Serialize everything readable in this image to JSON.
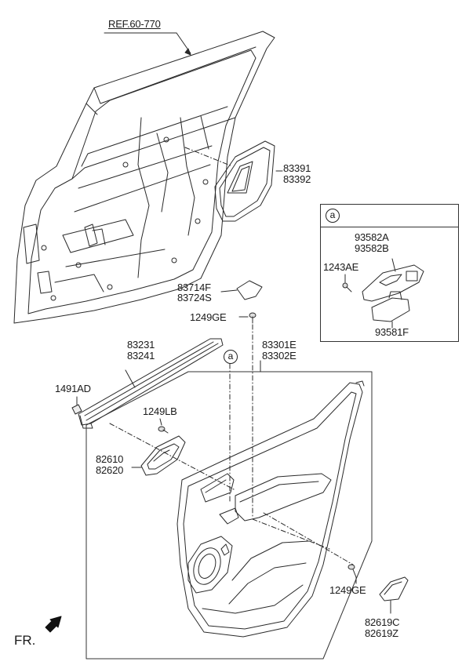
{
  "diagram": {
    "reference": "REF.60-770",
    "callout_marker": "a",
    "front_indicator": "FR.",
    "parts": [
      {
        "id": "weatherstrip_outer",
        "lines": [
          "83231",
          "83241"
        ]
      },
      {
        "id": "clip",
        "lines": [
          "1491AD"
        ]
      },
      {
        "id": "screw_handle",
        "lines": [
          "1249LB"
        ]
      },
      {
        "id": "inside_handle",
        "lines": [
          "82610",
          "82620"
        ]
      },
      {
        "id": "sealing_cover",
        "lines": [
          "83391",
          "83392"
        ]
      },
      {
        "id": "pad",
        "lines": [
          "83714F",
          "83724S"
        ]
      },
      {
        "id": "screw_top",
        "lines": [
          "1249GE"
        ]
      },
      {
        "id": "door_trim",
        "lines": [
          "83301E",
          "83302E"
        ]
      },
      {
        "id": "screw_bottom",
        "lines": [
          "1249GE"
        ]
      },
      {
        "id": "pocket_cover",
        "lines": [
          "82619C",
          "82619Z"
        ]
      }
    ],
    "inset": {
      "marker": "a",
      "parts": [
        {
          "id": "switch_cover",
          "lines": [
            "93582A",
            "93582B"
          ]
        },
        {
          "id": "screw_switch",
          "lines": [
            "1243AE"
          ]
        },
        {
          "id": "window_switch",
          "lines": [
            "93581F"
          ]
        }
      ]
    }
  }
}
